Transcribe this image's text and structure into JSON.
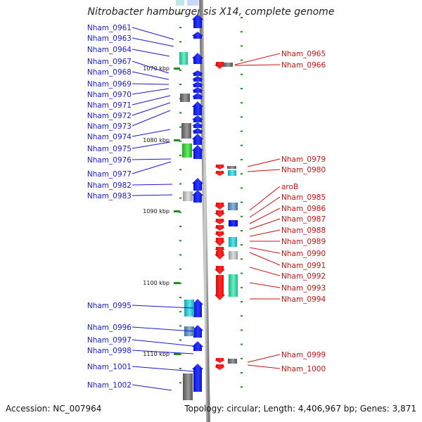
{
  "title": "Nitrobacter hamburgensis X14, complete genome",
  "footer": {
    "accession": "Accession: NC_007964",
    "summary": "Topology: circular; Length: 4,406,967 bp; Genes: 3,871"
  },
  "colors": {
    "left_label": "#1a1acc",
    "right_label": "#cc1111",
    "tick": "#1f8f1f",
    "backbone": "#999999"
  },
  "scale_ticks": [
    {
      "label": "1070 kbp"
    },
    {
      "label": "1080 kbp"
    },
    {
      "label": "1090 kbp"
    },
    {
      "label": "1100 kbp"
    },
    {
      "label": "1110 kbp"
    }
  ],
  "left_labels": [
    "Nham_0961",
    "Nham_0963",
    "Nham_0964",
    "Nham_0967",
    "Nham_0968",
    "Nham_0969",
    "Nham_0970",
    "Nham_0971",
    "Nham_0972",
    "Nham_0973",
    "Nham_0974",
    "Nham_0975",
    "Nham_0976",
    "Nham_0977",
    "Nham_0982",
    "Nham_0983",
    "Nham_0995",
    "Nham_0996",
    "Nham_0997",
    "Nham_0998",
    "Nham_1001",
    "Nham_1002"
  ],
  "right_labels": [
    "Nham_0965",
    "Nham_0966",
    "Nham_0979",
    "Nham_0980",
    "aroB",
    "Nham_0985",
    "Nham_0986",
    "Nham_0987",
    "Nham_0988",
    "Nham_0989",
    "Nham_0990",
    "Nham_0991",
    "Nham_0992",
    "Nham_0993",
    "Nham_0994",
    "Nham_0999",
    "Nham_1000"
  ]
}
